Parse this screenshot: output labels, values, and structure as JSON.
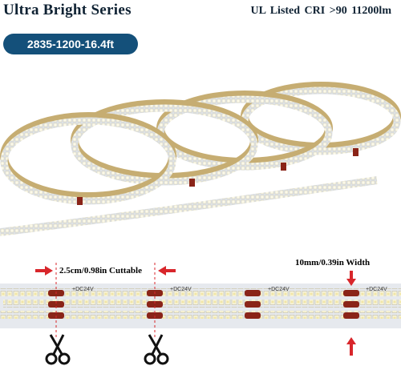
{
  "header": {
    "title": "Ultra Bright Series",
    "specs": "UL Listed  CRI >90   11200lm",
    "badge": "2835-1200-16.4ft"
  },
  "diagram": {
    "cut_label": "2.5cm/0.98in  Cuttable",
    "width_label": "10mm/0.39in Width",
    "voltage_marks": [
      "+DC24V",
      "+DC24V",
      "+DC24V",
      "+DC24V"
    ]
  },
  "colors": {
    "badge": "#14507a",
    "accent_red": "#d8262b",
    "cut_pad": "#8a2418",
    "led": "#f3f0d6",
    "tape": "#e7eaee",
    "adhesive": "#c6ad72"
  }
}
